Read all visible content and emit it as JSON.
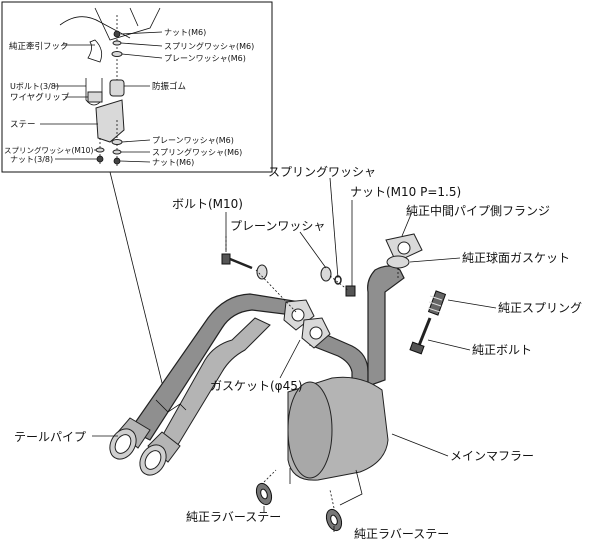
{
  "inset": {
    "labels": {
      "tow_hook": "純正牽引フック",
      "nut_m6": "ナット(M6)",
      "spring_washer_m6": "スプリングワッシャ(M6)",
      "plain_washer_m6": "プレーンワッシャ(M6)",
      "u_bolt": "Uボルト(3/8)",
      "wire_grip": "ワイヤグリップ",
      "rubber_mount": "防振ゴム",
      "stay": "ステー",
      "plain_washer_m6_lower": "プレーンワッシャ(M6)",
      "spring_washer_m10": "スプリングワッシャ(M10)",
      "spring_washer_m6_lower": "スプリングワッシャ(M6)",
      "nut_3_8": "ナット(3/8)",
      "nut_m6_lower": "ナット(M6)"
    }
  },
  "main": {
    "labels": {
      "spring_washer": "スプリングワッシャ",
      "nut_m10": "ナット(M10 P=1.5)",
      "bolt_m10": "ボルト(M10)",
      "plain_washer": "プレーンワッシャ",
      "oem_mid_pipe_flange": "純正中間パイプ側フランジ",
      "oem_ball_gasket": "純正球面ガスケット",
      "oem_spring": "純正スプリング",
      "oem_bolt": "純正ボルト",
      "gasket_45": "ガスケット(φ45)",
      "tail_pipe": "テールパイプ",
      "main_muffler": "メインマフラー",
      "oem_rubber_stay_1": "純正ラバーステー",
      "oem_rubber_stay_2": "純正ラバーステー"
    }
  }
}
